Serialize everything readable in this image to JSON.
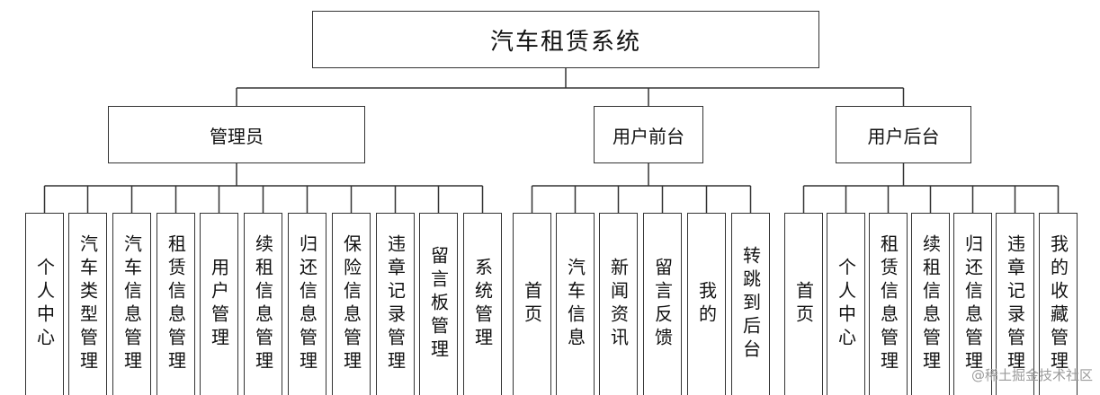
{
  "root": {
    "label": "汽车租赁系统"
  },
  "groups": [
    {
      "label": "管理员",
      "children": [
        "个人中心",
        "汽车类型管理",
        "汽车信息管理",
        "租赁信息管理",
        "用户管理",
        "续租信息管理",
        "归还信息管理",
        "保险信息管理",
        "违章记录管理",
        "留言板管理",
        "系统管理"
      ]
    },
    {
      "label": "用户前台",
      "children": [
        "首页",
        "汽车信息",
        "新闻资讯",
        "留言反馈",
        "我的",
        "转跳到后台"
      ]
    },
    {
      "label": "用户后台",
      "children": [
        "首页",
        "个人中心",
        "租赁信息管理",
        "续租信息管理",
        "归还信息管理",
        "违章记录管理",
        "我的收藏管理"
      ]
    }
  ],
  "watermark": "@稀土掘金技术社区"
}
